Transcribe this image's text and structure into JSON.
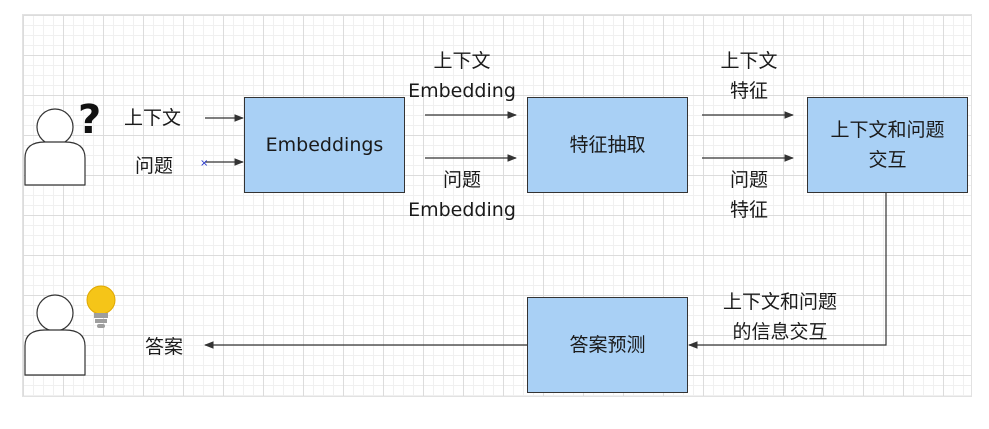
{
  "nodes": {
    "embeddings": "Embeddings",
    "feature_extraction": "特征抽取",
    "interaction": [
      "上下文和问题",
      "交互"
    ],
    "answer_prediction": "答案预测"
  },
  "inputs": {
    "context": "上下文",
    "question": "问题"
  },
  "edge_labels": {
    "context_embedding": [
      "上下文",
      "Embedding"
    ],
    "question_embedding": [
      "问题",
      "Embedding"
    ],
    "context_feature": [
      "上下文",
      "特征"
    ],
    "question_feature": [
      "问题",
      "特征"
    ],
    "interaction_info": [
      "上下文和问题",
      "的信息交互"
    ]
  },
  "output": {
    "answer": "答案"
  },
  "colors": {
    "box_fill": "#a9d0f5",
    "bulb": "#f5c518"
  },
  "icons": [
    "person-question-icon",
    "question-mark-icon",
    "person-lightbulb-icon",
    "lightbulb-icon"
  ]
}
